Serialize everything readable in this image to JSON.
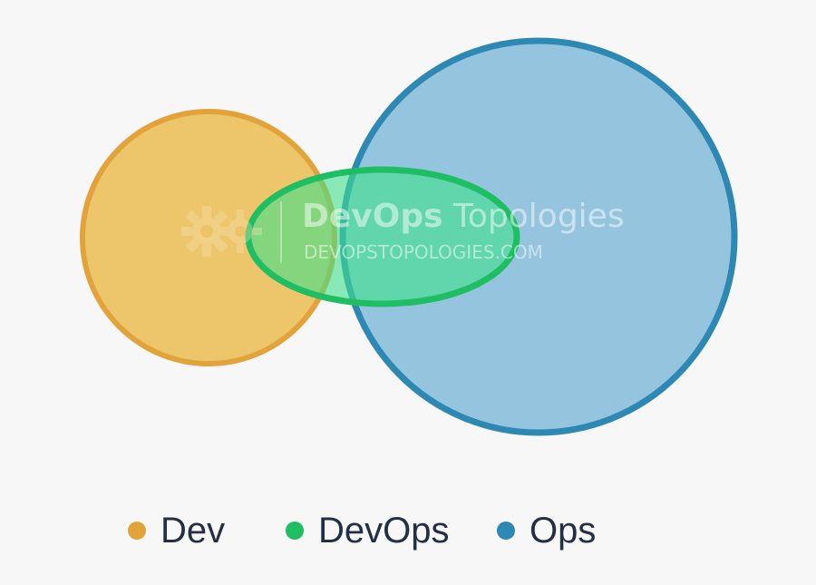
{
  "diagram": {
    "sets": [
      {
        "id": "dev",
        "fill": "#ecc15f",
        "stroke": "#e3a33b"
      },
      {
        "id": "ops",
        "fill": "#8fc2dc",
        "stroke": "#2d88b3"
      },
      {
        "id": "devops",
        "fill": "#3fdf8a",
        "stroke": "#1fbe62"
      }
    ]
  },
  "watermark": {
    "title_bold": "DevOps",
    "title_rest": " Topologies",
    "subtitle": "DEVOPSTOPOLOGIES.COM",
    "icon": "gear-icon"
  },
  "legend": {
    "items": [
      {
        "label": "Dev",
        "color": "#e3a33b"
      },
      {
        "label": "DevOps",
        "color": "#1fbe62"
      },
      {
        "label": "Ops",
        "color": "#2d88b3"
      }
    ]
  }
}
